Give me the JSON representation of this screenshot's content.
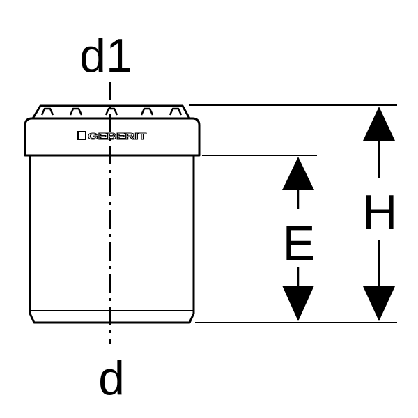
{
  "labels": {
    "top_diameter": "d1",
    "bottom_diameter": "d",
    "insertion_depth": "E",
    "total_height": "H"
  },
  "brand": {
    "name": "GEBERIT"
  },
  "icons": {
    "brand_logo": "geberit-square-logo-icon",
    "arrows": [
      "arrow-up-icon",
      "arrow-down-icon"
    ]
  },
  "colors": {
    "stroke": "#000000",
    "background": "#ffffff"
  }
}
